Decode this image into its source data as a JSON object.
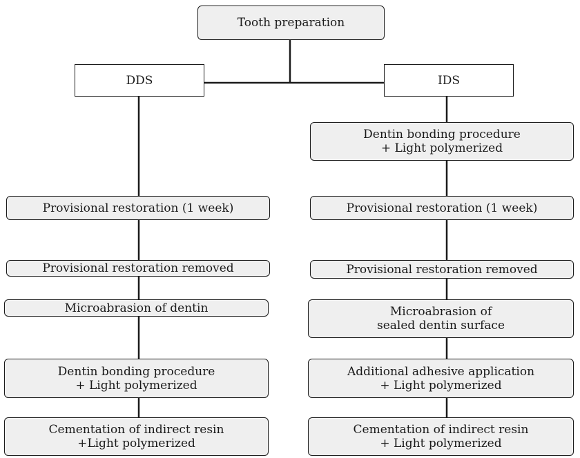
{
  "root": "Tooth preparation",
  "branches": [
    {
      "name": "DDS",
      "steps": [
        [
          "Provisional restoration (1 week)"
        ],
        [
          "Provisional restoration removed"
        ],
        [
          "Microabrasion of dentin"
        ],
        [
          "Dentin bonding procedure",
          "+ Light polymerized"
        ],
        [
          "Cementation of indirect resin",
          "+Light polymerized"
        ]
      ]
    },
    {
      "name": "IDS",
      "steps": [
        [
          "Dentin bonding procedure",
          "+ Light polymerized"
        ],
        [
          "Provisional restoration (1 week)"
        ],
        [
          "Provisional restoration removed"
        ],
        [
          "Microabrasion of",
          "sealed dentin surface"
        ],
        [
          "Additional adhesive application",
          "+ Light polymerized"
        ],
        [
          "Cementation of indirect resin",
          "+ Light polymerized"
        ]
      ]
    }
  ]
}
